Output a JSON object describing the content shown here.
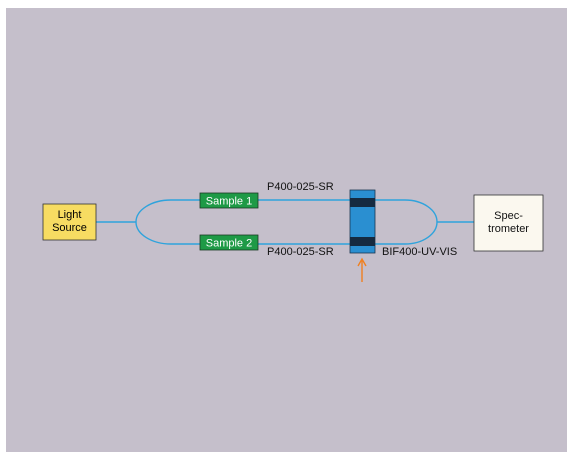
{
  "diagram": {
    "light_source": [
      "Light",
      "Source"
    ],
    "spectrometer": [
      "Spec-",
      "trometer"
    ],
    "sample_1": "Sample 1",
    "sample_2": "Sample 2",
    "fiber_top_label": "P400-025-SR",
    "fiber_bottom_label": "P400-025-SR",
    "splitter_label": "BIF400-UV-VIS"
  },
  "colors": {
    "background": "#c5bfcb",
    "fiber": "#2fa3dc",
    "light_source_fill": "#f7dc62",
    "spectrometer_fill": "#fbf8ef",
    "sample_fill": "#1e9a46",
    "splitter_fill": "#2a8fd1",
    "splitter_band": "#152a40",
    "arrow": "#f08020"
  }
}
